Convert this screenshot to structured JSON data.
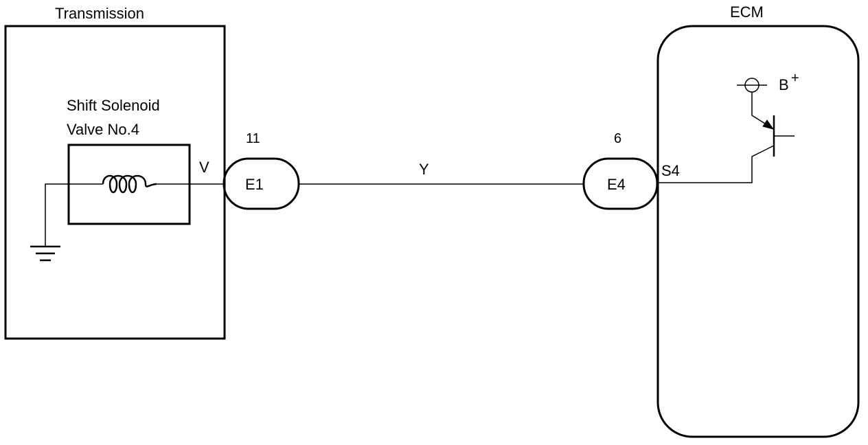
{
  "transmission": {
    "title": "Transmission",
    "solenoid_label_line1": "Shift Solenoid",
    "solenoid_label_line2": "Valve No.4",
    "terminal": "V"
  },
  "connector_e1": {
    "label": "E1",
    "pin": "11"
  },
  "wire": {
    "color_code": "Y"
  },
  "connector_e4": {
    "label": "E4",
    "pin": "6"
  },
  "ecm": {
    "title": "ECM",
    "terminal": "S4",
    "power_label": "B",
    "power_superscript": "+"
  }
}
